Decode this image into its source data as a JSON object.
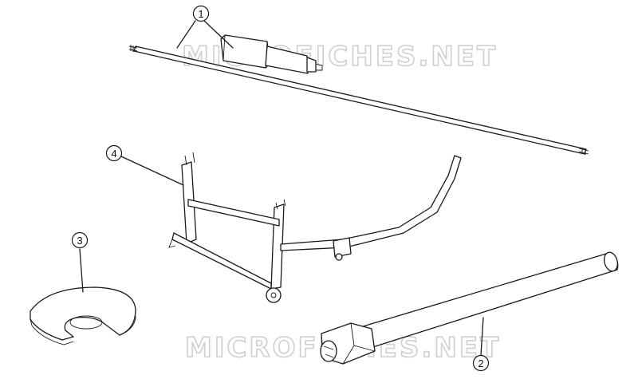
{
  "watermarks": [
    "MICROFICHES.NET",
    "MICROFICHES.NET"
  ],
  "callouts": [
    {
      "id": "1",
      "label": "1"
    },
    {
      "id": "2",
      "label": "2"
    },
    {
      "id": "3",
      "label": "3"
    },
    {
      "id": "4",
      "label": "4"
    }
  ]
}
